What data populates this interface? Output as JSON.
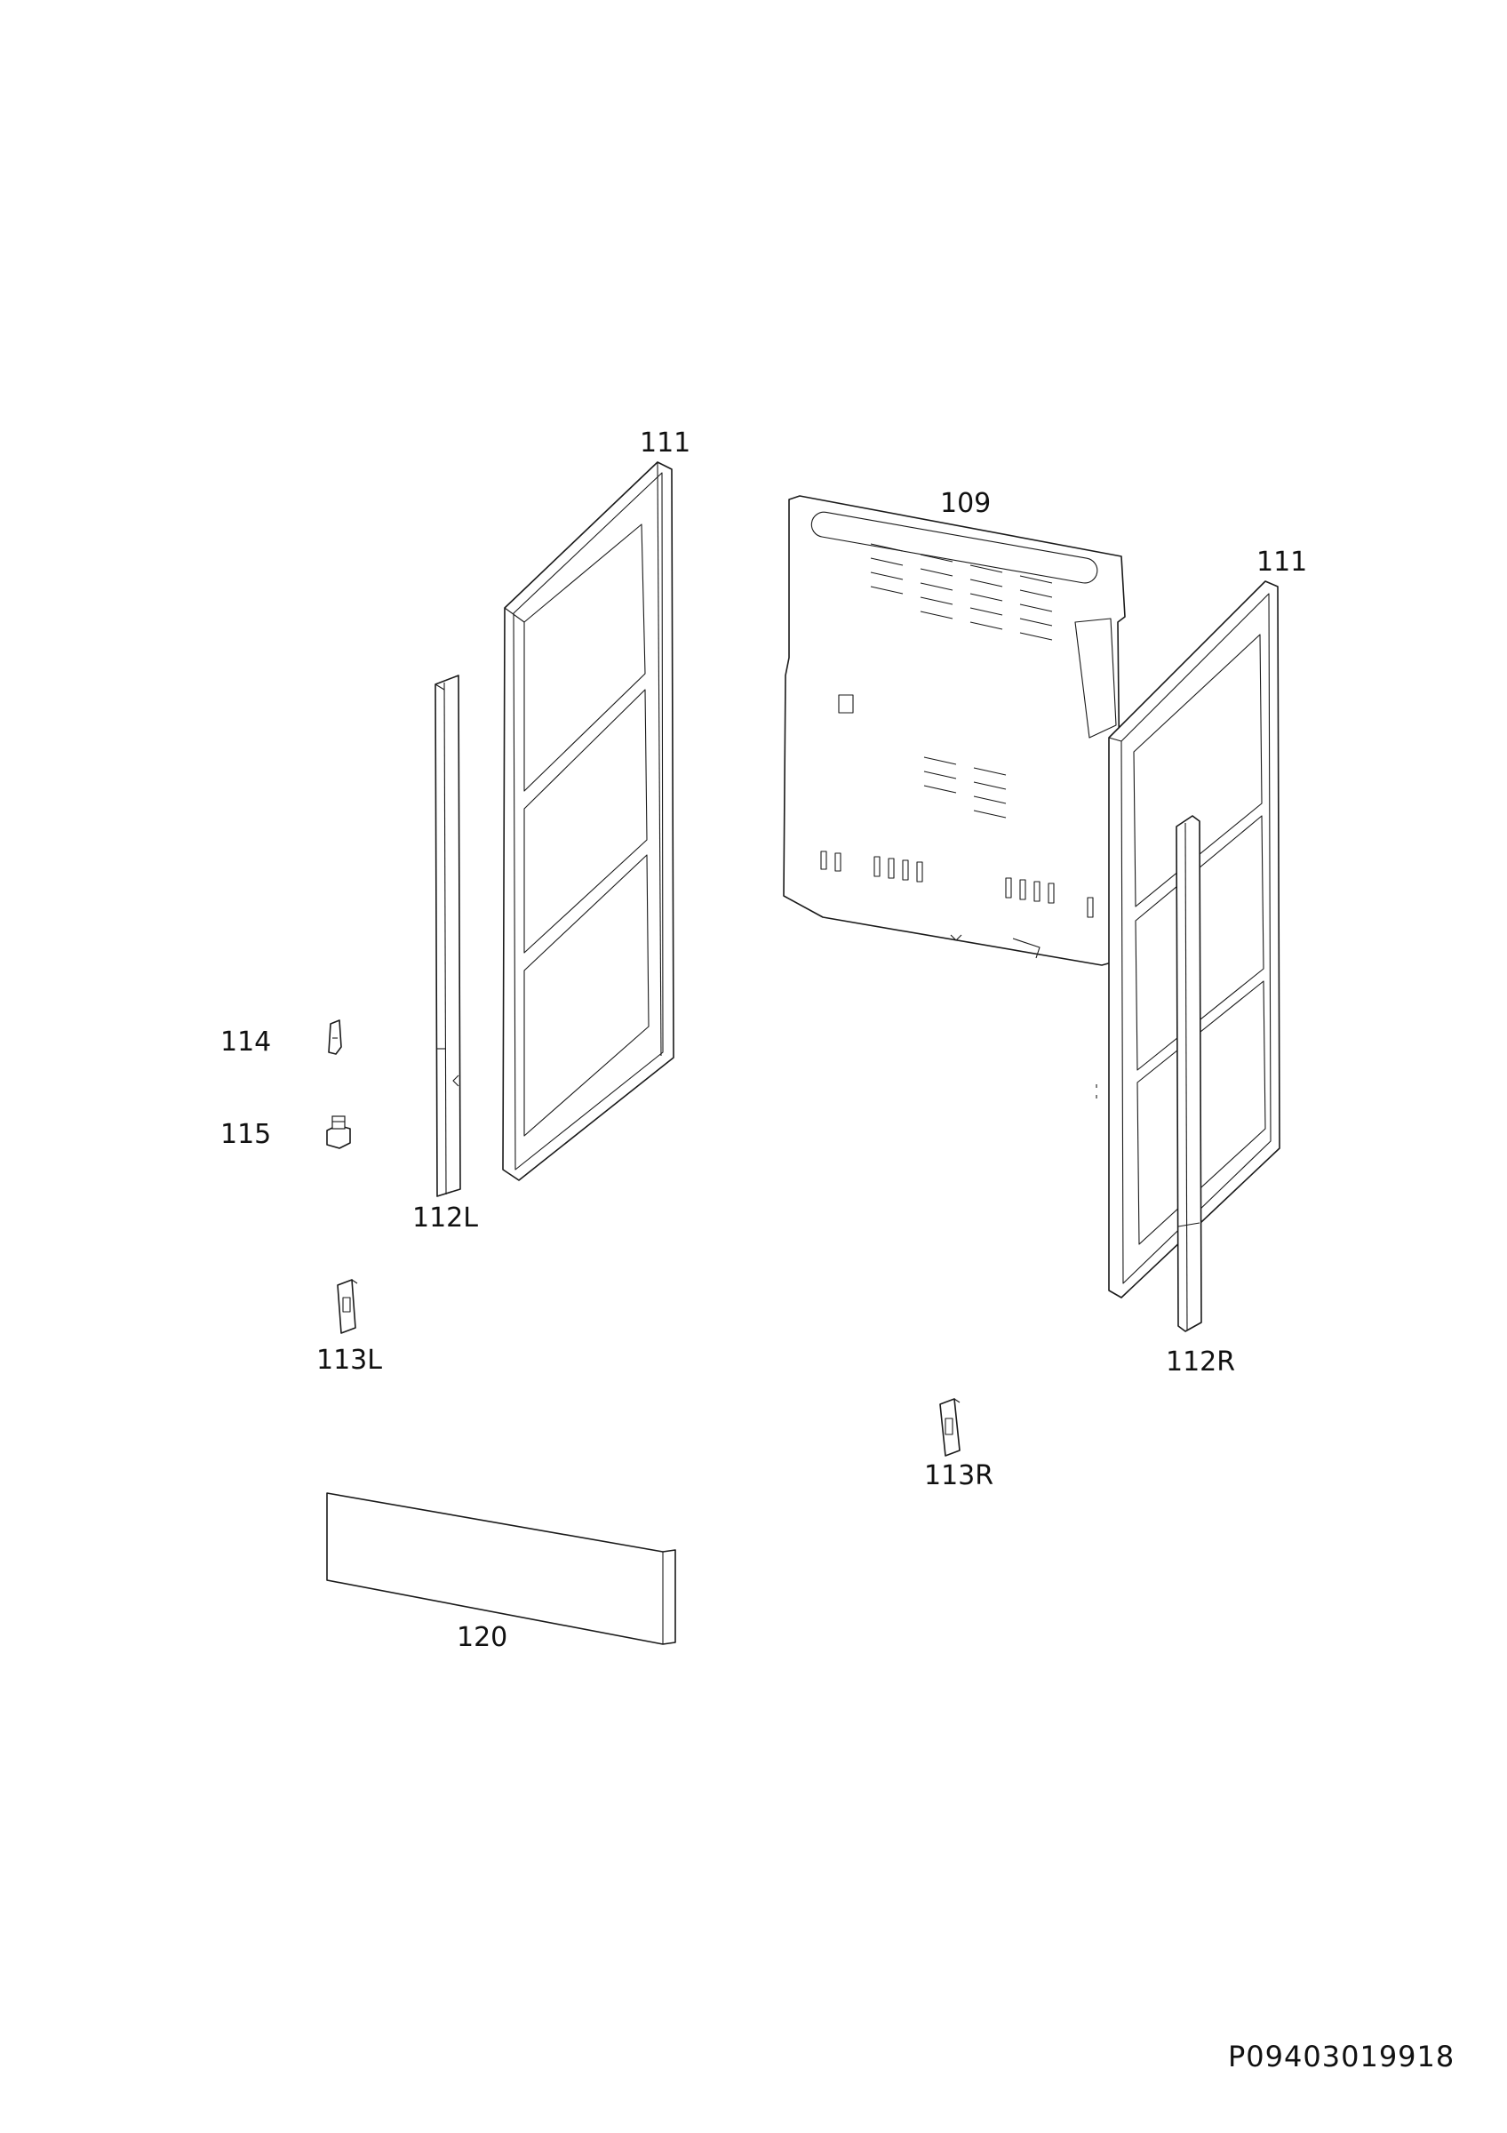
{
  "labels": {
    "side_panel_left": "111",
    "back_panel": "109",
    "side_panel_right": "111",
    "part_114": "114",
    "part_115": "115",
    "rail_left": "112L",
    "bracket_left": "113L",
    "rail_right": "112R",
    "bracket_right": "113R",
    "bottom_panel": "120"
  },
  "document_code": "P09403019918",
  "colors": {
    "line": "#1a1a1a",
    "background": "#ffffff",
    "text": "#111111"
  }
}
